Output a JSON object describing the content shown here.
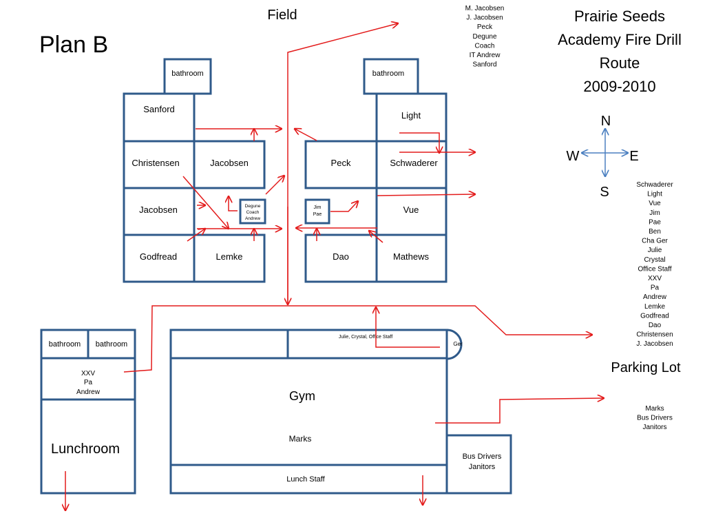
{
  "plan_label": "Plan B",
  "title": [
    "Prairie Seeds",
    "Academy Fire Drill",
    "Route",
    "2009-2010"
  ],
  "field_label": "Field",
  "parking_label": "Parking Lot",
  "compass": {
    "n": "N",
    "s": "S",
    "w": "W",
    "e": "E"
  },
  "field_list": [
    "M. Jacobsen",
    "J. Jacobsen",
    "Peck",
    "Degune",
    "Coach",
    "IT Andrew",
    "Sanford"
  ],
  "parking_list": [
    "Schwaderer",
    "Light",
    "Vue",
    "Jim",
    "Pae",
    "Ben",
    "Cha Ger",
    "Julie",
    "Crystal",
    "Office Staff",
    "XXV",
    "Pa",
    "Andrew",
    "Lemke",
    "Godfread",
    "Dao",
    "Christensen",
    "J. Jacobsen"
  ],
  "east_list": [
    "Marks",
    "Bus Drivers",
    "Janitors"
  ],
  "rooms": {
    "bathroom_west": "bathroom",
    "bathroom_east": "bathroom",
    "sanford": "Sanford",
    "christensen": "Christensen",
    "jacobsen_a": "Jacobsen",
    "jacobsen_b": "Jacobsen",
    "godfread": "Godfread",
    "lemke": "Lemke",
    "light": "Light",
    "peck": "Peck",
    "schwaderer": "Schwaderer",
    "vue": "Vue",
    "dao": "Dao",
    "mathews": "Mathews",
    "degune_office": [
      "Degune",
      "Coach",
      "Andrew"
    ],
    "jim_office": [
      "Jim",
      "Pae"
    ],
    "lunch_bathroom_a": "bathroom",
    "lunch_bathroom_b": "bathroom",
    "xxv_room": [
      "XXV",
      "Pa",
      "Andrew"
    ],
    "lunchroom": "Lunchroom",
    "office": "Julie, Crystal, Office Staff",
    "ger": "Ger",
    "gym": "Gym",
    "marks": "Marks",
    "lunch_staff": "Lunch Staff",
    "bus_drivers": [
      "Bus Drivers",
      "Janitors"
    ]
  }
}
